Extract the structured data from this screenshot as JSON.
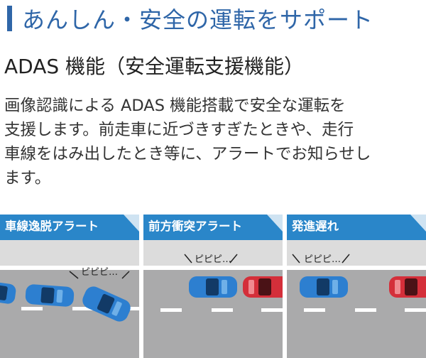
{
  "headline": "あんしん・安全の運転をサポート",
  "subhead": "ADAS 機能（安全運転支援機能）",
  "description": [
    "画像認識による ADAS 機能搭載で安全な運転を",
    "支援します。前走車に近づきすぎたときや、走行",
    "車線をはみ出したとき等に、アラートでお知らせし",
    "ます。"
  ],
  "panels": [
    {
      "label": "車線逸脱アラート",
      "beep": "ピピピ…"
    },
    {
      "label": "前方衝突アラート",
      "beep": "ピピピ…"
    },
    {
      "label": "発進遅れ",
      "beep": "ピピピ…"
    }
  ],
  "colors": {
    "accent": "#2f66a8",
    "panel_header": "#2a86c9",
    "road": "#aaaaab",
    "sky": "#dcdcdc",
    "car_blue": "#2d7fd0",
    "car_red": "#d42f3a"
  }
}
